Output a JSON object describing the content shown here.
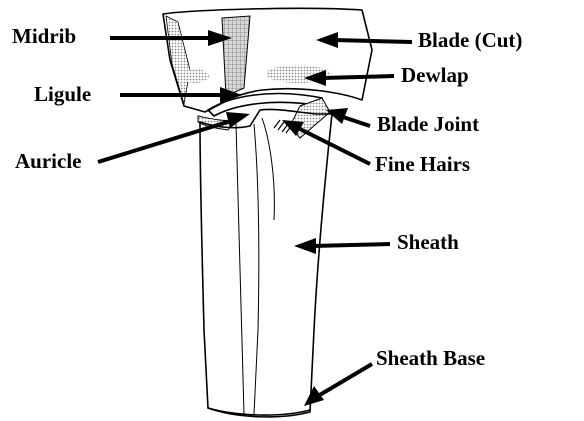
{
  "labels": {
    "midrib": "Midrib",
    "blade_cut": "Blade (Cut)",
    "ligule": "Ligule",
    "dewlap": "Dewlap",
    "blade_joint": "Blade Joint",
    "auricle": "Auricle",
    "fine_hairs": "Fine Hairs",
    "sheath": "Sheath",
    "sheath_base": "Sheath Base"
  },
  "colors": {
    "line": "#000000",
    "stipple": "#9a9a9a",
    "background": "#ffffff"
  }
}
